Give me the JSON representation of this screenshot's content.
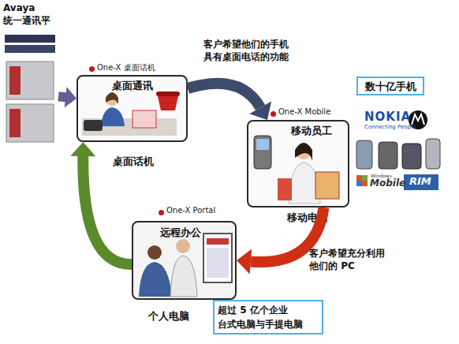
{
  "diagram": {
    "nodes": [
      {
        "text": [
          "Avaya 统一通讯平"
        ]
      },
      {
        "text": [
          "One-X 桌面话机",
          "桌面通讯",
          "桌面话机"
        ]
      },
      {
        "text": [
          "One-X Mobile",
          "移动员工",
          "移动电话"
        ]
      },
      {
        "text": [
          "One-X Portal",
          "远程办公",
          "个人电脑"
        ]
      },
      {
        "text": [
          "数十亿手机"
        ]
      },
      {
        "text": [
          "超过 5 亿个企业 台式电脑与手提电脑"
        ]
      }
    ],
    "edges": [
      {
        "from": 0,
        "to": 1,
        "arrow": "to"
      },
      {
        "from": 1,
        "to": 2,
        "arrow": "to",
        "label": "客户希望他们的手机 具有桌面电话的功能"
      },
      {
        "from": 2,
        "to": 3,
        "arrow": "to",
        "label": "客户希望充分利用 他们的 PC"
      },
      {
        "from": 3,
        "to": 1,
        "arrow": "to"
      }
    ],
    "labels": [
      "NOKIA",
      "Connecting People",
      "Windows",
      "Mobile",
      "RIM"
    ]
  }
}
